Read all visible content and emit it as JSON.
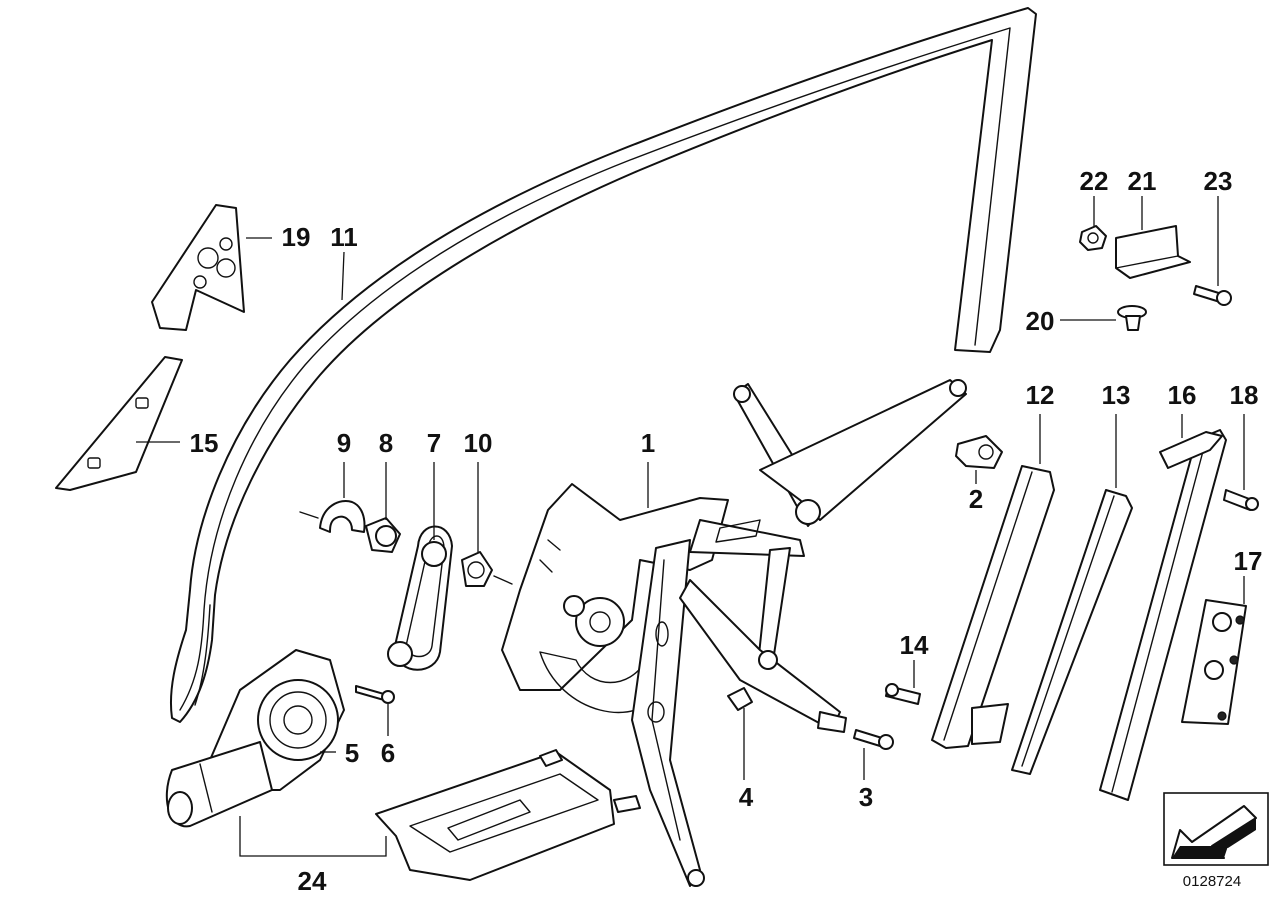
{
  "callouts": {
    "c1": "1",
    "c2": "2",
    "c3": "3",
    "c4": "4",
    "c5": "5",
    "c6": "6",
    "c7": "7",
    "c8": "8",
    "c9": "9",
    "c10": "10",
    "c11": "11",
    "c12": "12",
    "c13": "13",
    "c14": "14",
    "c15": "15",
    "c16": "16",
    "c17": "17",
    "c18": "18",
    "c19": "19",
    "c20": "20",
    "c21": "21",
    "c22": "22",
    "c23": "23",
    "c24": "24"
  },
  "doc_number": "0128724",
  "icons": {
    "nav_arrow": "arrow-down-left-icon"
  }
}
